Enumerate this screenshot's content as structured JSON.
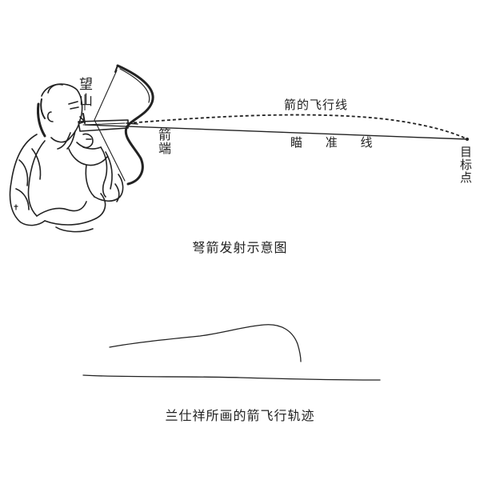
{
  "diagram1": {
    "labels": {
      "sight": "望山",
      "arrow_end": "箭端",
      "target": "目标点",
      "flight_path": "箭的飞行线",
      "aim_line": "瞄 准 线"
    },
    "caption": "弩箭发射示意图"
  },
  "diagram2": {
    "caption": "兰仕祥所画的箭飞行轨迹"
  },
  "colors": {
    "ink": "#222222",
    "background": "#ffffff"
  }
}
